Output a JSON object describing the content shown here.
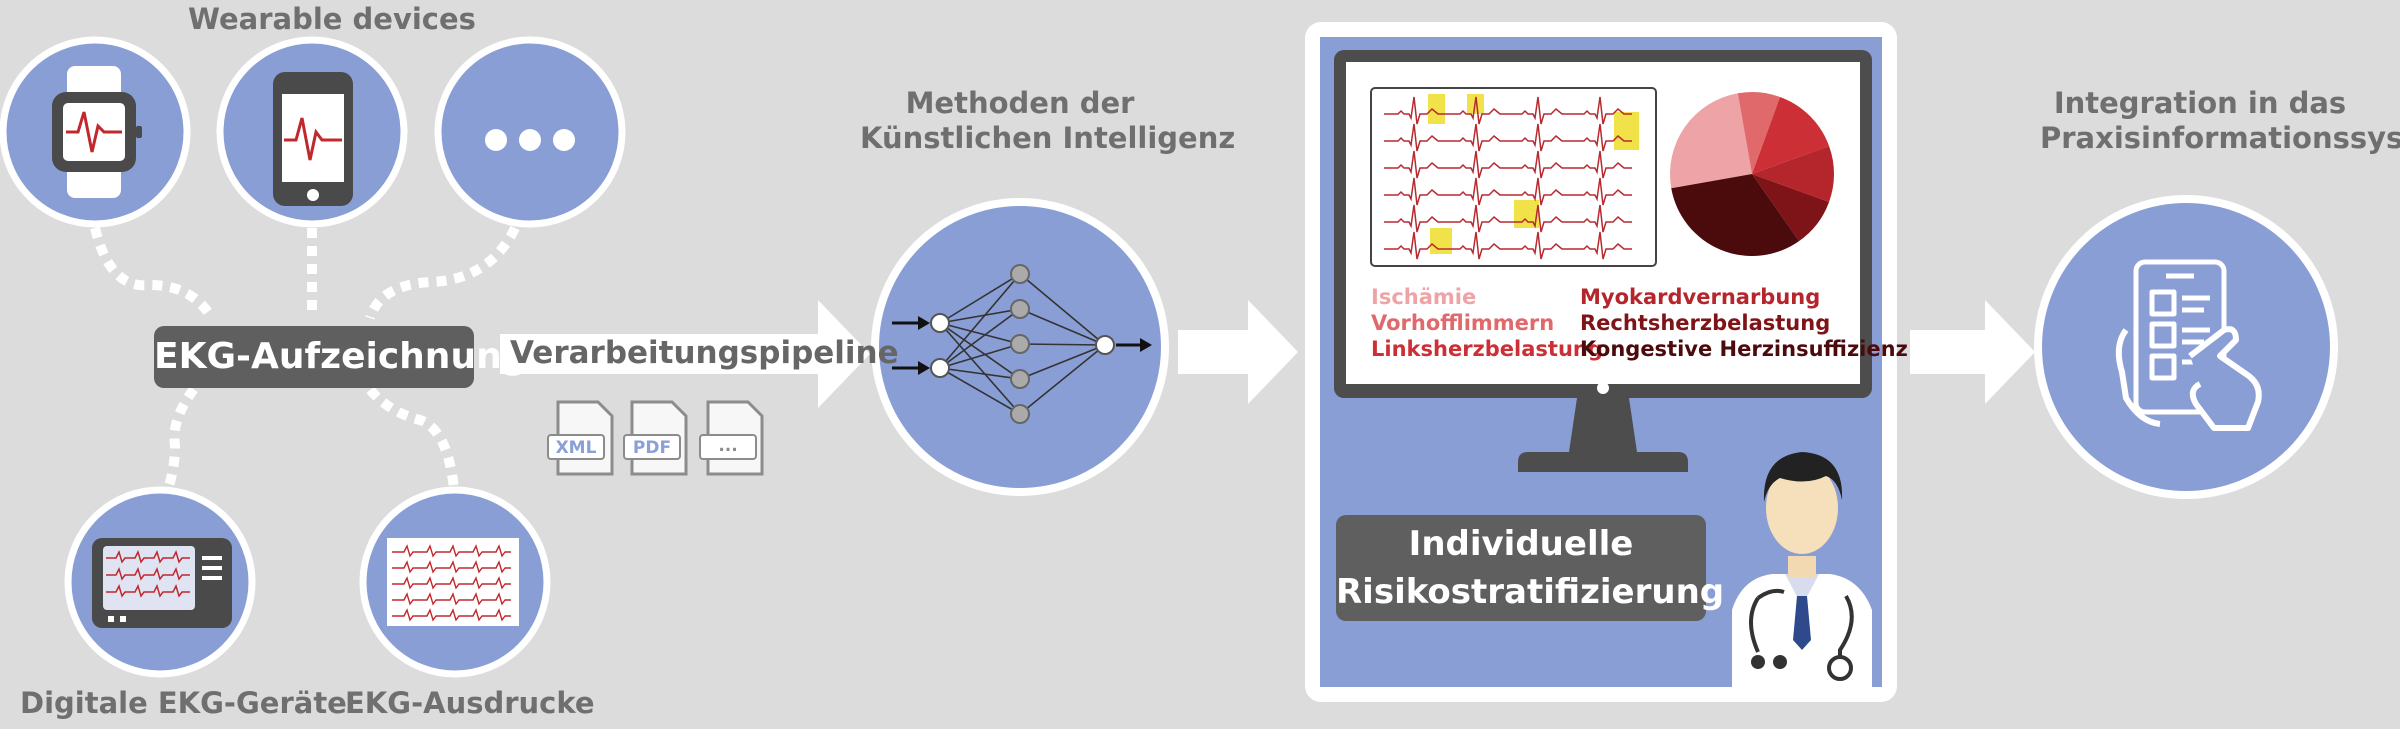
{
  "labels": {
    "wearable": "Wearable devices",
    "recording": "EKG-Aufzeichnung",
    "pipeline": "Verarbeitungspipeline",
    "digital_devices": "Digitale EKG-Geräte",
    "printouts": "EKG-Ausdrucke",
    "ai_line1": "Methoden der",
    "ai_line2": "Künstlichen Intelligenz",
    "integration_line1": "Integration in das",
    "integration_line2": "Praxisinformationssystem",
    "risk_line1": "Individuelle",
    "risk_line2": "Risikostratifizierung"
  },
  "formats": [
    "XML",
    "PDF",
    "..."
  ],
  "diagnoses": [
    {
      "label": "Ischämie",
      "color": "#eea4a6"
    },
    {
      "label": "Vorhofflimmern",
      "color": "#e0696c"
    },
    {
      "label": "Linksherzbelastung",
      "color": "#cc2f36"
    },
    {
      "label": "Myokardvernarbung",
      "color": "#b5262c"
    },
    {
      "label": "Rechtsherzbelastung",
      "color": "#7e1418"
    },
    {
      "label": "Kongestive Herzinsuffizienz",
      "color": "#4b0a0c"
    }
  ],
  "icons": [
    "smartwatch-icon",
    "smartphone-icon",
    "more-dots-icon",
    "ecg-device-icon",
    "ecg-printout-icon",
    "neural-network-icon",
    "tablet-touch-icon",
    "doctor-icon",
    "monitor-icon",
    "pie-chart-icon"
  ],
  "colors": {
    "background": "#dcdcdc",
    "circle_fill": "#8a9ed6",
    "panel_fill": "#8a9ed6",
    "pill_fill": "#5f5f5f",
    "label_grey": "#6f6f6f",
    "ecg_red": "#b72a30",
    "highlight_yellow": "#f2e24a"
  }
}
